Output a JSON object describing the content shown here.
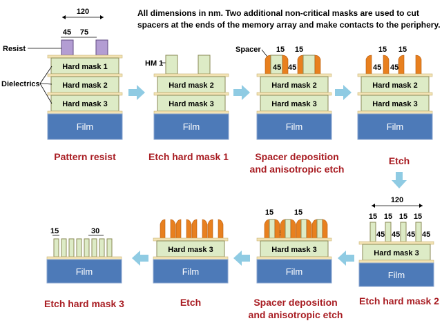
{
  "note": {
    "line1": "All dimensions in nm. Two additional non-critical masks are used to cut",
    "line2": "spacers at the ends of the memory array and make contacts to the periphery."
  },
  "layers": {
    "film": "Film",
    "hard_mask_1": "Hard mask 1",
    "hard_mask_2": "Hard mask 2",
    "hard_mask_3": "Hard mask 3",
    "resist": "Resist",
    "dielectrics": "Dielectrics",
    "hm1": "HM 1",
    "spacer": "Spacer"
  },
  "dims": {
    "d120": "120",
    "d45": "45",
    "d75": "75",
    "d15": "15",
    "d30": "30"
  },
  "steps": [
    {
      "caption": "Pattern resist"
    },
    {
      "caption": "Etch hard mask 1"
    },
    {
      "caption_line1": "Spacer deposition",
      "caption_line2": "and anisotropic etch"
    },
    {
      "caption": "Etch"
    },
    {
      "caption": "Etch hard mask 2"
    },
    {
      "caption_line1": "Spacer deposition",
      "caption_line2": "and anisotropic etch"
    },
    {
      "caption": "Etch"
    },
    {
      "caption": "Etch hard mask 3"
    }
  ],
  "colors": {
    "caption": "#a81c22",
    "mask": "#ddebc6",
    "film": "#4d7ab8",
    "resist": "#b39dd3",
    "spacer": "#e8801f",
    "arrow": "#8fcbe3"
  }
}
